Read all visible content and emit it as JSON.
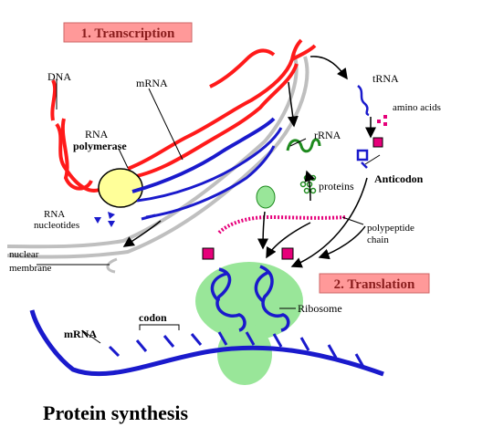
{
  "sections": {
    "transcription": "1. Transcription",
    "translation": "2. Translation"
  },
  "labels": {
    "dna": "DNA",
    "mrna_top": "mRNA",
    "rna_polymerase_line1": "RNA",
    "rna_polymerase_line2": "polymerase",
    "rna_nucleotides_line1": "RNA",
    "rna_nucleotides_line2": "nucleotides",
    "nuclear_membrane_line1": "nuclear",
    "nuclear_membrane_line2": "membrane",
    "rrna": "rRNA",
    "proteins": "proteins",
    "trna": "tRNA",
    "amino_acids": "amino acids",
    "anticodon": "Anticodon",
    "polypeptide_line1": "polypeptide",
    "polypeptide_line2": "chain",
    "ribosome": "Ribosome",
    "codon": "codon",
    "mrna_bottom": "mRNA"
  },
  "caption": "Protein synthesis",
  "colors": {
    "dna": "#ff1a1a",
    "mrna": "#1a1acc",
    "ribosome": "#99e699",
    "polymerase": "#ffff99",
    "section_box": "#ff9999",
    "section_text": "#8a1d1d",
    "membrane": "#bfbfbf",
    "amino_acid": "#e6007a",
    "rrna": "#1e8a1e"
  }
}
